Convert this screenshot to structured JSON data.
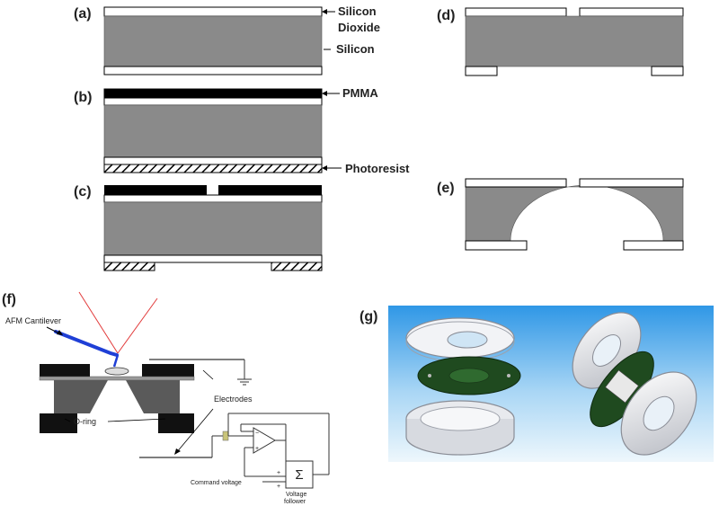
{
  "panels": {
    "a": {
      "label": "(a)",
      "silicon_dioxide_label": "Silicon Dioxide",
      "silicon_dioxide_line1": "Silicon",
      "silicon_dioxide_line2": "Dioxide",
      "silicon_label": "Silicon"
    },
    "b": {
      "label": "(b)",
      "pmma_label": "PMMA",
      "photoresist_label": "Photoresist"
    },
    "c": {
      "label": "(c)"
    },
    "d": {
      "label": "(d)"
    },
    "e": {
      "label": "(e)"
    },
    "f": {
      "label": "(f)",
      "afm_label": "AFM Cantilever",
      "electrodes_label": "Electrodes",
      "oring_label": "O-ring",
      "command_voltage_label": "Command voltage",
      "voltage_follower_label": "Voltage follower",
      "voltage_follower_line1": "Voltage",
      "voltage_follower_line2": "follower",
      "sum_symbol": "Σ",
      "plus_sign": "+",
      "minus_sign": "−"
    },
    "g": {
      "label": "(g)"
    }
  },
  "colors": {
    "silicon": "#8a8a8a",
    "oxide": "#ffffff",
    "pmma": "#000000",
    "cantilever": "#1f3fd6",
    "laser": "#e23b3b",
    "render_bg_top": "#3aa0e8",
    "render_bg_bottom": "#e8f4fb",
    "membrane": "#1f4a1f"
  }
}
